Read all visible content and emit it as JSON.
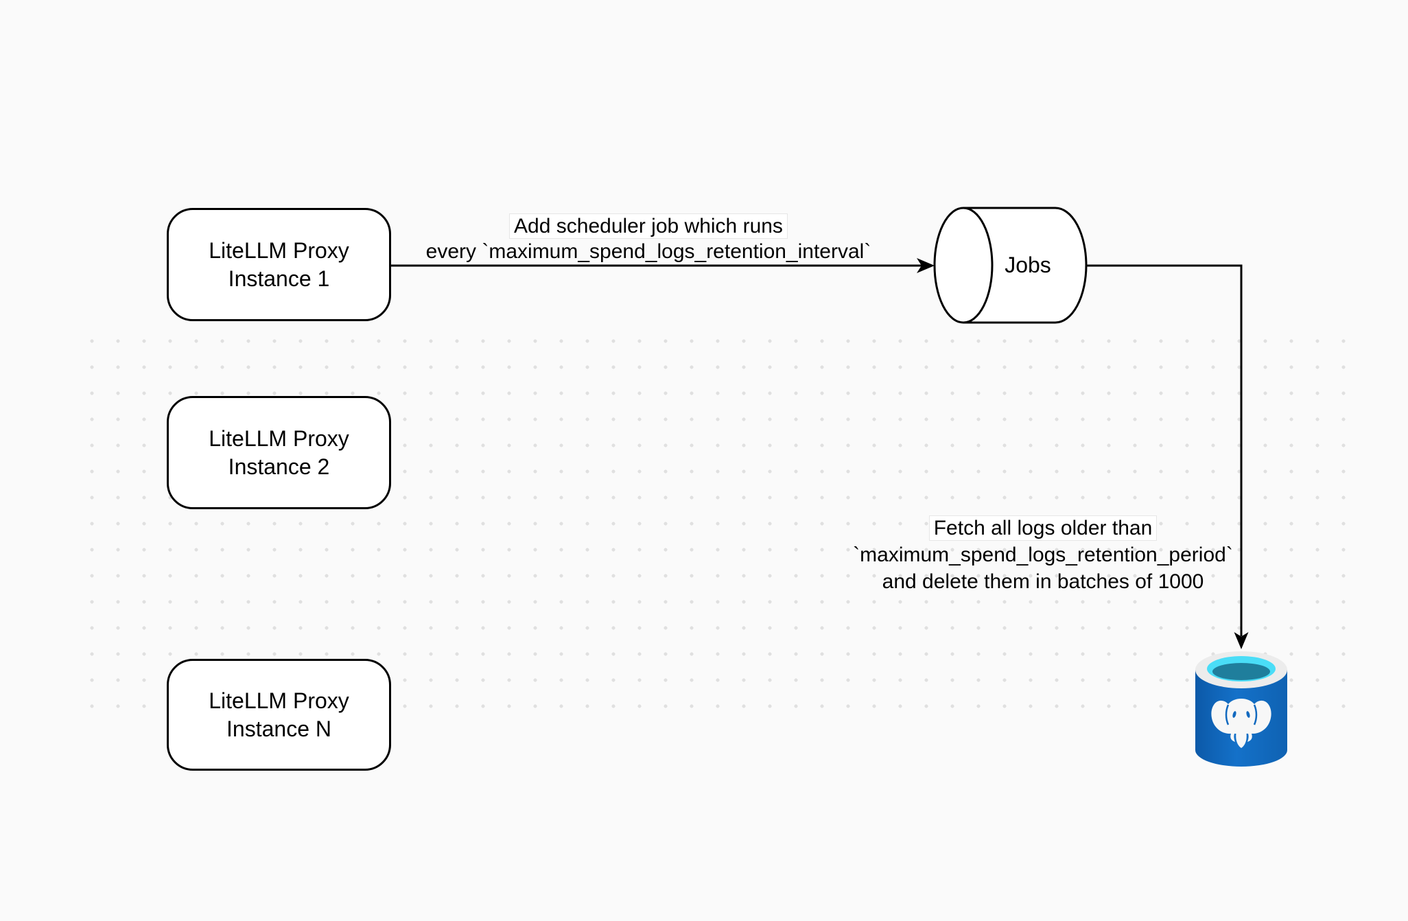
{
  "colors": {
    "background": "#FAFAFA",
    "dot_grid": "#E0E0E0",
    "stroke": "#000000",
    "node_fill": "#FFFFFF",
    "label_background": "#FFFFFF",
    "postgres_body_blue": "#1169BF",
    "postgres_body_dark": "#0C59A8",
    "postgres_rim_gray": "#ECECEC",
    "postgres_cyan": "#4ADDF7",
    "postgres_teal": "#1F7E9C",
    "postgres_elephant_white": "#F7F7F7"
  },
  "nodes": {
    "proxy1": {
      "line1": "LiteLLM Proxy",
      "line2": "Instance 1"
    },
    "proxy2": {
      "line1": "LiteLLM Proxy",
      "line2": "Instance 2"
    },
    "proxyN": {
      "line1": "LiteLLM Proxy",
      "line2": "Instance N"
    },
    "jobs": {
      "label": "Jobs"
    }
  },
  "edges": {
    "add_scheduler": {
      "line1": "Add scheduler job which runs",
      "line2": "every `maximum_spend_logs_retention_interval`"
    },
    "fetch_delete": {
      "line1": "Fetch all logs older than",
      "line2": "`maximum_spend_logs_retention_period`",
      "line3": "and delete them in batches of 1000"
    }
  },
  "icons": {
    "jobs_shape": "queue-cylinder-shape",
    "database": "postgresql-database-icon"
  }
}
